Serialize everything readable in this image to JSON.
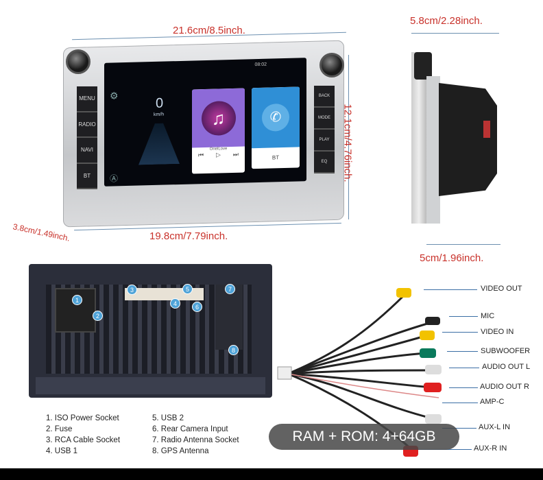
{
  "dimensions": {
    "front_width": "21.6cm/8.5inch.",
    "front_height": "12.1cm/4.76inch.",
    "front_depth": "3.8cm/1.49inch.",
    "screen_width": "19.8cm/7.79inch.",
    "side_top": "5.8cm/2.28inch.",
    "side_bottom": "5cm/1.96inch."
  },
  "front_panel": {
    "left_buttons": [
      "MENU",
      "RADIO",
      "NAVI",
      "BT"
    ],
    "right_buttons": [
      "BACK",
      "MODE",
      "PLAY",
      "EQ"
    ],
    "screen": {
      "time": "08:02",
      "speed": "0",
      "speed_unit": "km/h",
      "music_title": "OnelLove",
      "bt_label": "BT"
    }
  },
  "back_panel": {
    "markers": [
      "1",
      "2",
      "3",
      "4",
      "5",
      "6",
      "7",
      "8"
    ]
  },
  "legend": [
    "1. ISO Power Socket",
    "2. Fuse",
    "3. RCA Cable Socket",
    "4. USB 1",
    "5. USB 2",
    "6. Rear Camera Input",
    "7. Radio Antenna Socket",
    "8. GPS Antenna"
  ],
  "cable_labels": [
    "VIDEO OUT",
    "MIC",
    "VIDEO IN",
    "SUBWOOFER",
    "AUDIO OUT L",
    "AUDIO OUT R",
    "AMP-C",
    "AUX-L IN",
    "AUX-R IN"
  ],
  "overlay": {
    "text": "RAM + ROM: 4+64GB"
  },
  "colors": {
    "dimension_text": "#c8312a",
    "marker": "#4fa3d8",
    "pill": "#464646"
  }
}
